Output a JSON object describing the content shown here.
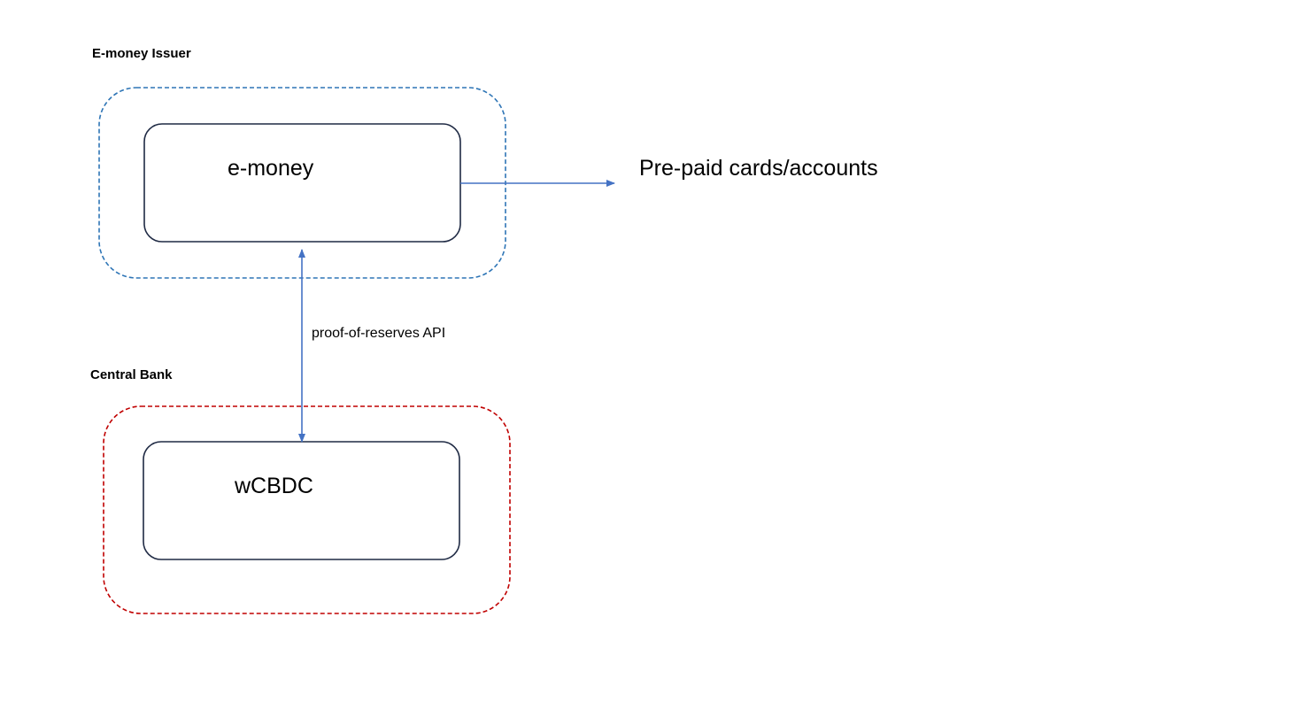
{
  "groups": {
    "issuer": {
      "label": "E-money Issuer",
      "border_color": "#2E75B6"
    },
    "central_bank": {
      "label": "Central Bank",
      "border_color": "#C00000"
    }
  },
  "nodes": {
    "emoney": {
      "label": "e-money"
    },
    "wcbdc": {
      "label": "wCBDC"
    }
  },
  "edges": {
    "proof_of_reserves": {
      "label": "proof-of-reserves API",
      "color": "#4472C4"
    },
    "to_prepaid": {
      "color": "#4472C4"
    }
  },
  "external": {
    "prepaid": {
      "label": "Pre-paid cards/accounts"
    }
  }
}
